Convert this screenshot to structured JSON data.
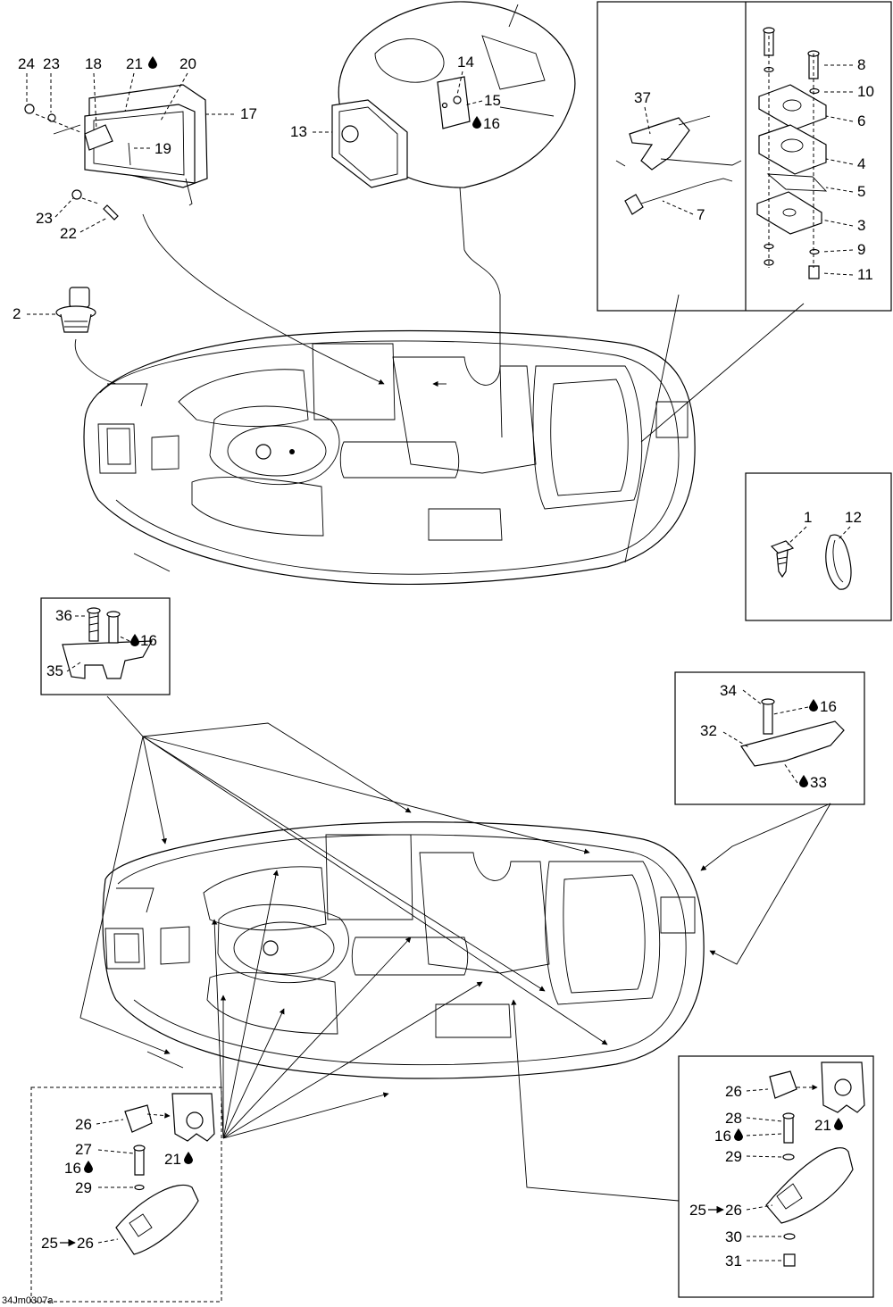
{
  "figure_code": "34Jm0307a",
  "callouts": {
    "c24": "24",
    "c23a": "23",
    "c18": "18",
    "c21a": "21",
    "c20": "20",
    "c17": "17",
    "c19": "19",
    "c23b": "23",
    "c22": "22",
    "c2": "2",
    "c14": "14",
    "c15": "15",
    "c16a": "16",
    "c13": "13",
    "c37": "37",
    "c7": "7",
    "c8": "8",
    "c10": "10",
    "c6": "6",
    "c4": "4",
    "c5": "5",
    "c3": "3",
    "c9": "9",
    "c11": "11",
    "c1": "1",
    "c12": "12",
    "c36": "36",
    "c16b": "16",
    "c35": "35",
    "c34": "34",
    "c16c": "16",
    "c32": "32",
    "c33": "33",
    "c26a": "26",
    "c27": "27",
    "c16d": "16",
    "c21b": "21",
    "c29a": "29",
    "c25a": "25",
    "c26b": "26",
    "c26c": "26",
    "c28": "28",
    "c16e": "16",
    "c21c": "21",
    "c29b": "29",
    "c25b": "25",
    "c26d": "26",
    "c30": "30",
    "c31": "31"
  },
  "icons": {
    "drop": "liquid-drop-icon",
    "arrow": "right-arrow-icon"
  }
}
